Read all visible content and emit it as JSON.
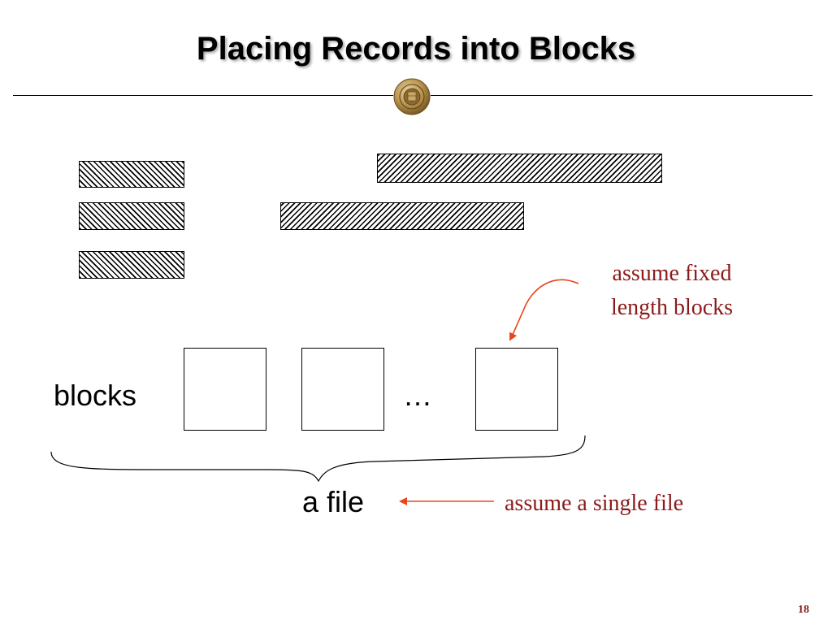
{
  "slide": {
    "title": "Placing Records into Blocks",
    "page_number": "18"
  },
  "diagram": {
    "blocks_label": "blocks",
    "ellipsis": "…",
    "file_label": "a file",
    "note_fixed_line1": "assume fixed",
    "note_fixed_line2": "length blocks",
    "note_single": "assume a single file"
  },
  "colors": {
    "annotation_text": "#8b1a1a",
    "arrow": "#e8451a"
  },
  "icons": {
    "seal": "university-seal-icon"
  }
}
